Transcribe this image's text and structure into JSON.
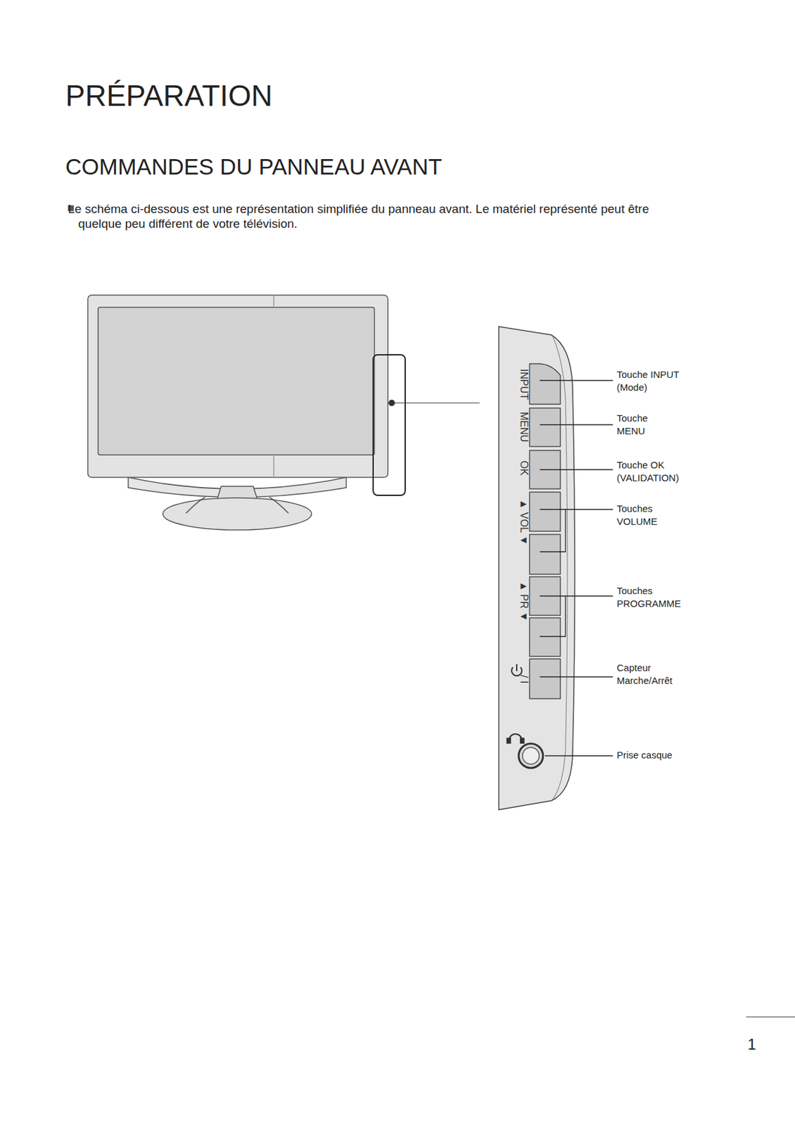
{
  "diagram": {
    "title": "PRÉPARATION",
    "labels": [
      "COMMANDES DU PANNEAU AVANT",
      "Le schéma ci-dessous est une représentation simplifiée du panneau avant. Le matériel représenté peut être quelque peu différent de votre télévision.",
      "INPUT",
      "MENU",
      "OK",
      "▲ VOL ▼",
      "▲ PR ▼",
      "/ I",
      "Touche INPUT (Mode)",
      "Touche MENU",
      "Touche OK (VALIDATION)",
      "Touches VOLUME",
      "Touches PROGRAMME",
      "Capteur Marche/Arrêt",
      "Prise casque",
      "1"
    ]
  }
}
